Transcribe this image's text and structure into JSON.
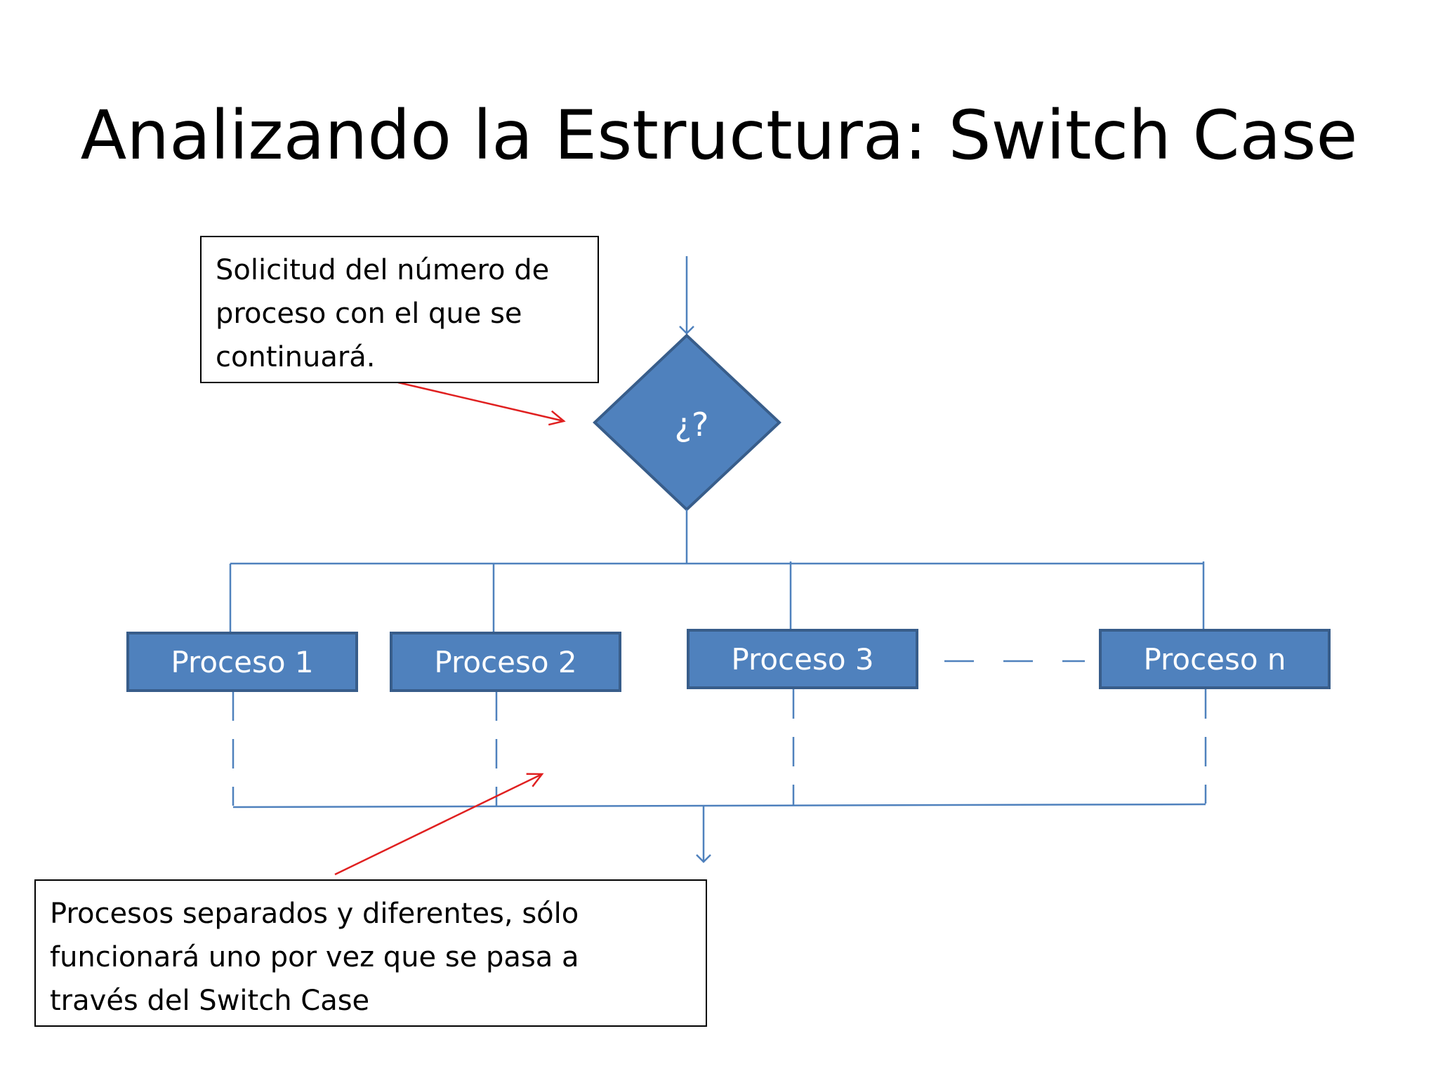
{
  "title": "Analizando la Estructura: Switch Case",
  "decision": {
    "label": "¿?",
    "fill_color": "#4f81bd",
    "border_color": "#385d8a"
  },
  "processes": [
    {
      "label": "Proceso 1"
    },
    {
      "label": "Proceso 2"
    },
    {
      "label": "Proceso 3"
    },
    {
      "label": "Proceso n"
    }
  ],
  "callouts": {
    "top": {
      "lines": [
        "Solicitud del número de",
        "proceso con el que se",
        "continuará."
      ]
    },
    "bottom": {
      "lines": [
        "Procesos separados y diferentes, sólo",
        "funcionará uno por vez que se pasa a",
        "través del Switch Case"
      ]
    }
  },
  "colors": {
    "connector": "#4f81bd",
    "annotation_arrow": "#e02020",
    "process_fill": "#4f81bd",
    "process_border": "#385d8a"
  }
}
